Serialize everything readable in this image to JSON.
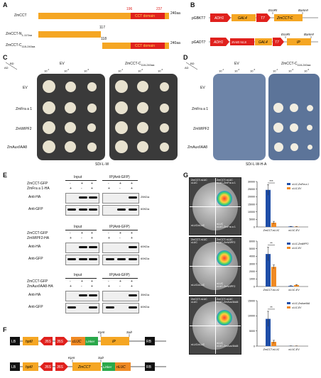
{
  "panel_labels": {
    "a": "A",
    "b": "B",
    "c": "C",
    "d": "D",
    "e": "E",
    "f": "F",
    "g": "G"
  },
  "panelA": {
    "full_name": "ZmCCT",
    "full_end": "240aa",
    "pos196": "196",
    "pos237": "237",
    "domain": "CCT domain",
    "n_name": "ZmCCT-N",
    "n_sub": "1-117aa",
    "n_end": "117",
    "c_name": "ZmCCT-C",
    "c_sub": "118-240aa",
    "c_start": "118",
    "c_end": "240aa"
  },
  "panelB": {
    "vec1": "pGBKT7",
    "vec1_parts": [
      "ADH1",
      "GAL4",
      "T7",
      "ZmCCT-C"
    ],
    "ecori1": "EcoRI",
    "bamhi1": "BamHI",
    "vec2": "pGADT7",
    "vec2_parts": [
      "ADH1",
      "SV40 NLS",
      "GAL4",
      "T7",
      "IP"
    ],
    "ecori2": "EcoRI",
    "bamhi2": "BamHI"
  },
  "panelC": {
    "bd": "BD",
    "ad": "AD",
    "col_ev": "EV",
    "col_cct": "ZmCCT-C",
    "col_cct_sub": "118-240aa",
    "dilutions": [
      "10",
      "10",
      "10"
    ],
    "dil_exp": [
      "-1",
      "-2",
      "-3"
    ],
    "rows": [
      "EV",
      "ZmFra a 1",
      "ZmWIPF2",
      "ZmAux/IAA8"
    ],
    "medium": "SD/-L-W"
  },
  "panelD": {
    "bd": "BD",
    "ad": "AD",
    "col_ev": "EV",
    "col_cct": "ZmCCT-C",
    "col_cct_sub": "118-240aa",
    "dilutions": [
      "10",
      "10",
      "10"
    ],
    "dil_exp": [
      "-1",
      "-2",
      "-3"
    ],
    "rows": [
      "EV",
      "ZmFra a 1",
      "ZmWIPF2",
      "ZmAux/IAA8"
    ],
    "medium": "SD/-L-W-H-A"
  },
  "panelE": {
    "blocks": [
      {
        "input": "Input",
        "ip": "IP(Anti-GFP)",
        "row1": "ZmCCT-GFP",
        "row2": "ZmFra a 1-HA",
        "signs1": [
          "-",
          "+",
          "+",
          "-",
          "+",
          "+"
        ],
        "signs2": [
          "+",
          "-",
          "+",
          "+",
          "-",
          "+"
        ],
        "ab1": "Anti-HA",
        "ab2": "Anti-GFP",
        "kda1": "25KDa",
        "kda2": "60KDa"
      },
      {
        "input": "Input",
        "ip": "IP(Anti-GFP)",
        "row1": "ZmCCT-GFP",
        "row2": "ZmWIPF2-HA",
        "signs1": [
          "-",
          "+",
          "+",
          "-",
          "+",
          "+"
        ],
        "signs2": [
          "+",
          "-",
          "+",
          "+",
          "-",
          "+"
        ],
        "ab1": "Anti-HA",
        "ab2": "Anti-GFP",
        "kda1": "60KDa",
        "kda2": "60KDa"
      },
      {
        "input": "Input",
        "ip": "IP(Anti-GFP)",
        "row1": "ZmCCT-GFP",
        "row2": "ZmAux/IAA8-HA",
        "signs1": [
          "-",
          "+",
          "+",
          "-",
          "+",
          "+"
        ],
        "signs2": [
          "+",
          "-",
          "+",
          "+",
          "-",
          "+"
        ],
        "ab1": "Anti-HA",
        "ab2": "Anti-GFP",
        "kda1": "35KDa",
        "kda2": "60KDa"
      }
    ]
  },
  "panelF": {
    "c1": {
      "lb": "LB",
      "hpt": "hptII",
      "p1": "35S",
      "p2": "35S",
      "cluc": "cLUC",
      "linker": "Linker",
      "ip": "IP",
      "rb": "RB",
      "kpn": "KpnI",
      "sal": "SalI"
    },
    "c2": {
      "lb": "LB",
      "hpt": "hptII",
      "p1": "35S",
      "p2": "35S",
      "cct": "ZmCCT",
      "linker": "Linker",
      "nluc": "nLUC",
      "rb": "RB",
      "kpn": "KpnI",
      "sal": "SalI"
    }
  },
  "panelG": {
    "images": [
      {
        "tl": "ZmCCT-nLUC\ncLUC",
        "tr": "ZmCCT-nLUC\ncLUC-ZmFra a 1",
        "bl": "nLUC/cLUC",
        "br": "nLUC\ncLUC-ZmFra a 1"
      },
      {
        "tl": "ZmCCT-nLUC\ncLUC",
        "tr": "ZmCCT-nLUC\ncLUC-ZmWIPF2",
        "bl": "nLUC/cLUC",
        "br": "nLUC\ncLUC-ZmWIPF2"
      },
      {
        "tl": "ZmCCT-nLUC\ncLUC",
        "tr": "ZmCCT-nLUC\ncLUC-ZmAux/IAA8",
        "bl": "nLUC/cLUC",
        "br": "nLUC\ncLUC-ZmAux/IAA8"
      }
    ]
  },
  "chart_data": [
    {
      "type": "bar",
      "categories": [
        "ZmCCT-nLUC",
        "nLUC-EV"
      ],
      "ylim": [
        0,
        30000
      ],
      "yticks": [
        0,
        5000,
        10000,
        15000,
        20000,
        25000,
        30000
      ],
      "series": [
        {
          "name": "cLUC-ZmFra a 1",
          "color": "#1f4ea8",
          "values": [
            24500,
            300
          ]
        },
        {
          "name": "cLUC-EV",
          "color": "#f08a24",
          "values": [
            2800,
            200
          ]
        }
      ],
      "errors": [
        [
          3500,
          100
        ],
        [
          900,
          80
        ]
      ],
      "sig": "***"
    },
    {
      "type": "bar",
      "categories": [
        "ZmCCT-nLUC",
        "nLUC-EV"
      ],
      "ylim": [
        0,
        6000
      ],
      "yticks": [
        0,
        1000,
        2000,
        3000,
        4000,
        5000,
        6000
      ],
      "series": [
        {
          "name": "cLUC-ZmWIPF2",
          "color": "#1f4ea8",
          "values": [
            4300,
            80
          ]
        },
        {
          "name": "cLUC-EV",
          "color": "#f08a24",
          "values": [
            2600,
            200
          ]
        }
      ],
      "errors": [
        [
          900,
          30
        ],
        [
          250,
          60
        ]
      ],
      "sig": "**"
    },
    {
      "type": "bar",
      "categories": [
        "ZmCCT-nLUC",
        "nLUC-EV"
      ],
      "ylim": [
        0,
        15000
      ],
      "yticks": [
        0,
        5000,
        10000,
        15000
      ],
      "series": [
        {
          "name": "cLUC-ZmAux/IAA8",
          "color": "#1f4ea8",
          "values": [
            9000,
            50
          ]
        },
        {
          "name": "cLUC-EV",
          "color": "#f08a24",
          "values": [
            1400,
            50
          ]
        }
      ],
      "errors": [
        [
          2500,
          30
        ],
        [
          500,
          30
        ]
      ],
      "sig": "**"
    }
  ]
}
